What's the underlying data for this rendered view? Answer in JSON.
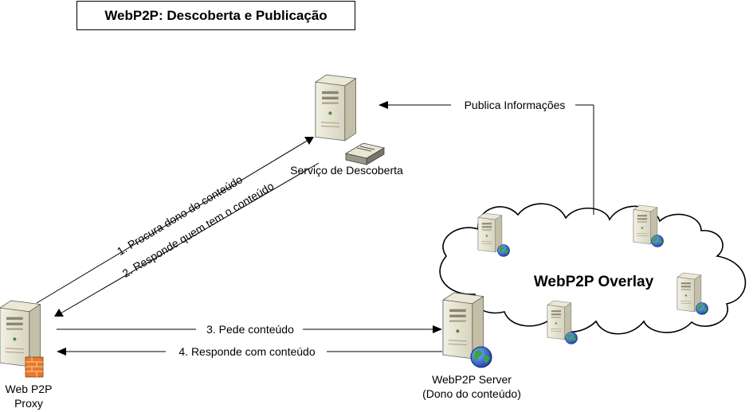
{
  "title": "WebP2P: Descoberta e Publicação",
  "overlay": {
    "label": "WebP2P Overlay"
  },
  "nodes": {
    "discovery": {
      "label": "Serviço de Descoberta"
    },
    "proxy": {
      "line1": "Web P2P",
      "line2": "Proxy"
    },
    "server": {
      "line1": "WebP2P Server",
      "line2": "(Dono do conteúdo)"
    }
  },
  "edges": {
    "publish": "Publica Informações",
    "step1": "1. Procura dono do conteúdo",
    "step2": "2. Responde quem tem o conteúdo",
    "step3": "3. Pede conteúdo",
    "step4": "4. Responde com conteúdo"
  },
  "icons": {
    "server": "server-tower-icon",
    "globe": "globe-icon",
    "firewall": "brick-firewall-icon",
    "database": "database-drive-icon"
  }
}
